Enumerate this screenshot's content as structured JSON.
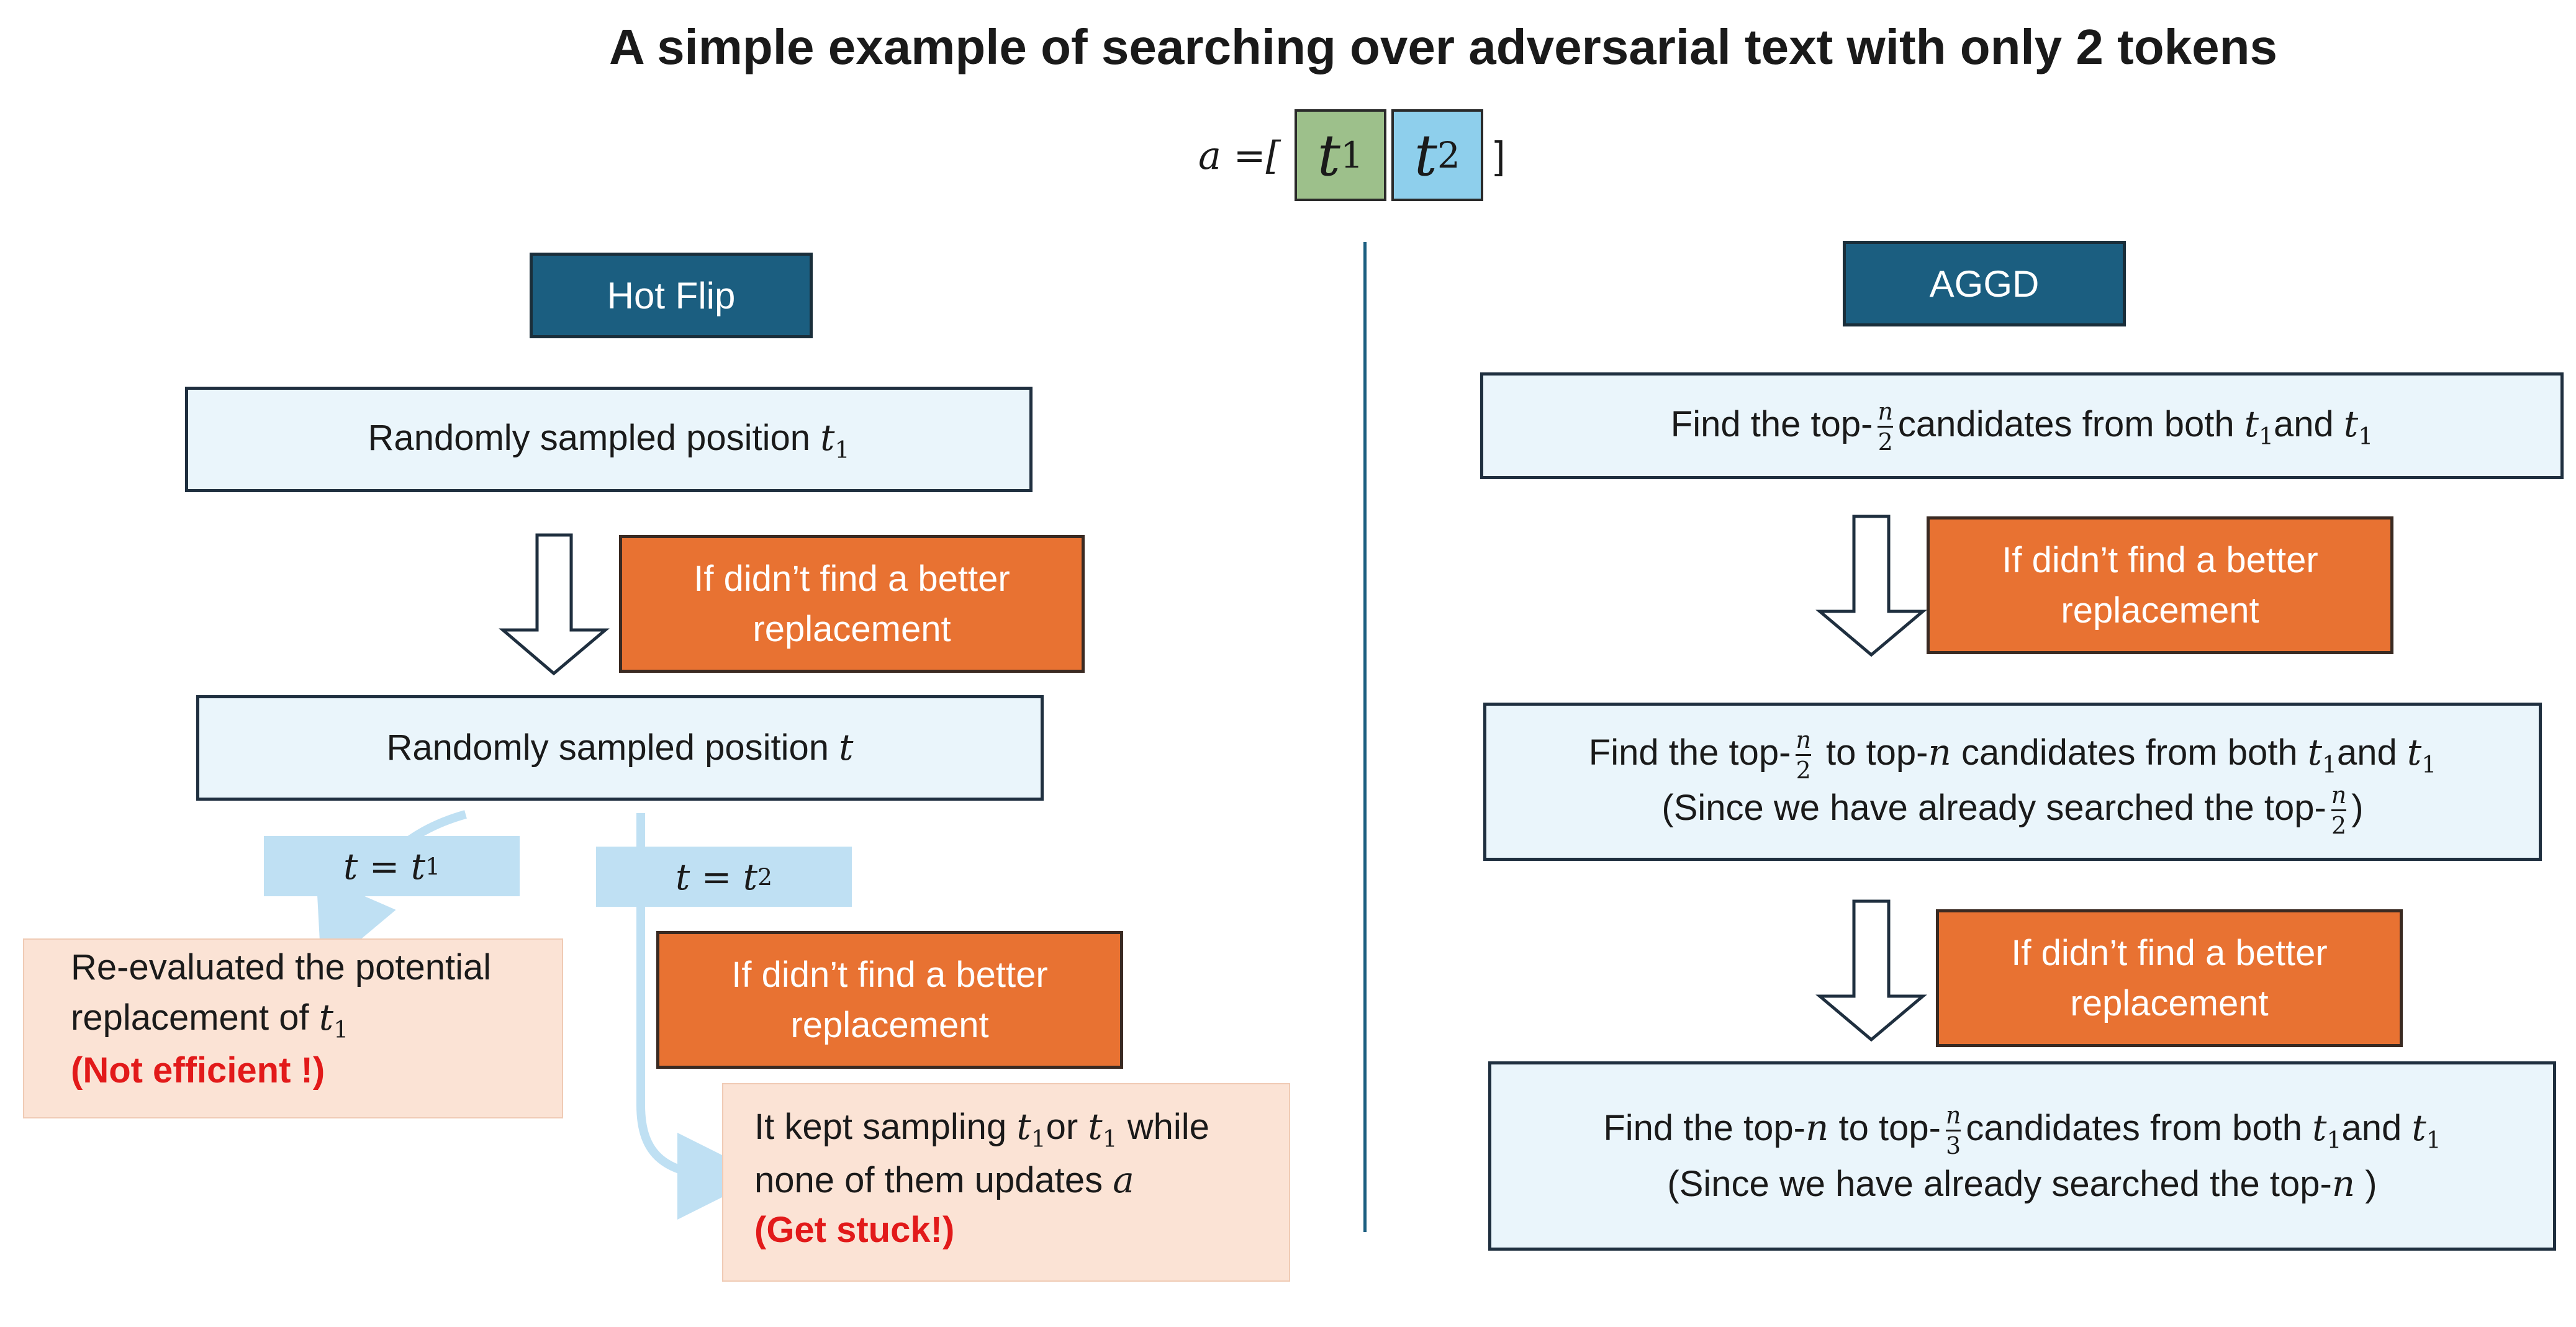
{
  "title": "A simple example of searching over adversarial text with only 2 tokens",
  "vector": {
    "lhs": "a =[",
    "tok1": "t",
    "tok1_sub": "1",
    "tok2": "t",
    "tok2_sub": "2",
    "rhs": "]"
  },
  "left": {
    "header": "Hot Flip",
    "box1": {
      "text": "Randomly sampled position ",
      "var": "t",
      "sub": "1"
    },
    "orange1": "If didn’t find a better replacement",
    "box2": {
      "text": "Randomly sampled position ",
      "var": "t"
    },
    "tag1": {
      "lhs": "t = t",
      "sub": "1"
    },
    "tag2": {
      "lhs": "t = t",
      "sub": "2"
    },
    "peach1": {
      "line1": "Re-evaluated the  potential",
      "line2": "replacement of ",
      "var": "t",
      "sub": "1",
      "emphasis": "(Not efficient !)"
    },
    "orange2": "If didn’t find a better replacement",
    "peach2": {
      "line1a": "It kept sampling ",
      "v1": "t",
      "s1": "1",
      "line1b": "or ",
      "v2": "t",
      "s2": "1",
      "line1c": " while",
      "line2": "none of them updates ",
      "var": "a",
      "emphasis": "(Get stuck!)"
    }
  },
  "right": {
    "header": "AGGD",
    "box1": {
      "pre": "Find the top-",
      "num": "n",
      "den": "2",
      "mid": "candidates from both ",
      "v1": "t",
      "s1": "1",
      "and": "and ",
      "v2": "t",
      "s2": "1"
    },
    "orange1": "If didn’t find a better replacement",
    "box2": {
      "pre": "Find the top-",
      "num": "n",
      "den": "2",
      "mid": " to top-",
      "nvar": "n",
      "mid2": " candidates from both ",
      "v1": "t",
      "s1": "1",
      "and": "and ",
      "v2": "t",
      "s2": "1",
      "line2pre": "(Since we have already searched the top-",
      "num2": "n",
      "den2": "2",
      "line2post": ")"
    },
    "orange2": "If didn’t find a better replacement",
    "box3": {
      "pre": "Find the top-",
      "nvar": "n",
      "mid": " to top-",
      "num": "n",
      "den": "3",
      "mid2": "candidates from both ",
      "v1": "t",
      "s1": "1",
      "and": "and ",
      "v2": "t",
      "s2": "1",
      "line2pre": "(Since we have already searched the top-",
      "nvar2": "n",
      "line2post": " )"
    }
  },
  "colors": {
    "header": "#1b5e80",
    "orange": "#e87232",
    "box": "#eaf5fb",
    "tag": "#bfe0f3",
    "peach": "#fbe3d5",
    "token1": "#9dc08b",
    "token2": "#8ecfec",
    "emphasis": "#e21a1a"
  }
}
